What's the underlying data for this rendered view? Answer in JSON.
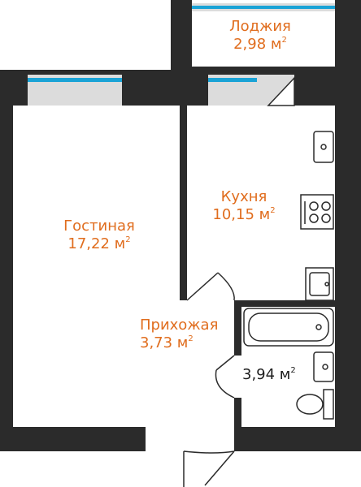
{
  "colors": {
    "wall": "#2b2b2b",
    "floor": "#ffffff",
    "window_frame": "#dcdcdc",
    "window_glass": "#1aa3d6",
    "fixture_stroke": "#2b2b2b",
    "label_primary": "#e06d1e",
    "label_secondary": "#1f1f1f"
  },
  "rooms": {
    "loggia": {
      "name": "Лоджия",
      "area": "2,98 м",
      "unit_power": "2"
    },
    "kitchen": {
      "name": "Кухня",
      "area": "10,15 м",
      "unit_power": "2"
    },
    "living": {
      "name": "Гостиная",
      "area": "17,22 м",
      "unit_power": "2"
    },
    "hallway": {
      "name": "Прихожая",
      "area": "3,73 м",
      "unit_power": "2"
    },
    "bathroom": {
      "area": "3,94 м",
      "unit_power": "2"
    }
  },
  "icons": [
    "window",
    "door-swing-arc",
    "sink-icon",
    "stove-icon",
    "bathtub-icon",
    "toilet-icon"
  ]
}
